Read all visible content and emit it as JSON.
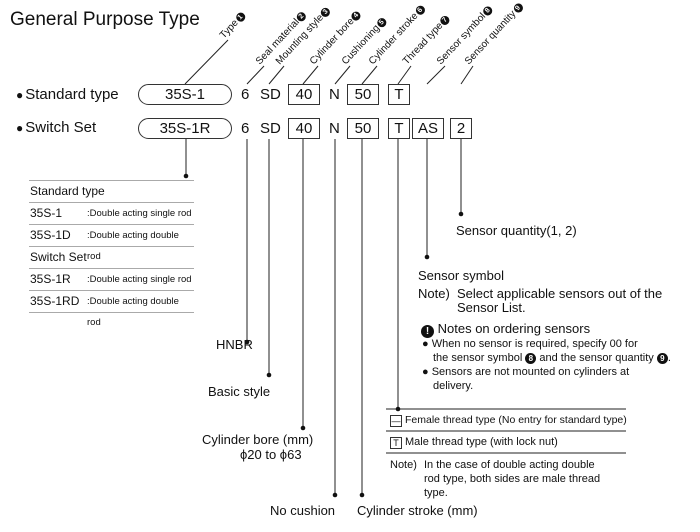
{
  "title": "General Purpose Type",
  "headers": [
    {
      "label": "Type",
      "num": "1"
    },
    {
      "label": "Seal material",
      "num": "2"
    },
    {
      "label": "Mounting style",
      "num": "3"
    },
    {
      "label": "Cylinder bore",
      "num": "4"
    },
    {
      "label": "Cushioning",
      "num": "5"
    },
    {
      "label": "Cylinder stroke",
      "num": "6"
    },
    {
      "label": "Thread type",
      "num": "7"
    },
    {
      "label": "Sensor symbol",
      "num": "8"
    },
    {
      "label": "Sensor quantity",
      "num": "9"
    }
  ],
  "rows": {
    "standard": {
      "bullet": "●",
      "label": "Standard type",
      "type": "35S-1",
      "seal": "6",
      "mount": "SD",
      "bore": "40",
      "cushion": "N",
      "stroke": "50",
      "thread": "T"
    },
    "switch": {
      "bullet": "●",
      "label": "Switch Set",
      "type": "35S-1R",
      "seal": "6",
      "mount": "SD",
      "bore": "40",
      "cushion": "N",
      "stroke": "50",
      "thread": "T",
      "sensor": "AS",
      "qty": "2"
    }
  },
  "type_table": [
    {
      "kind": "header",
      "text": "Standard type"
    },
    {
      "kind": "item",
      "code": "35S-1",
      "desc": ":Double acting single rod"
    },
    {
      "kind": "item",
      "code": "35S-1D",
      "desc": ":Double acting double rod"
    },
    {
      "kind": "header",
      "text": "Switch Set"
    },
    {
      "kind": "item",
      "code": "35S-1R",
      "desc": ":Double acting single rod"
    },
    {
      "kind": "item",
      "code": "35S-1RD",
      "desc": ":Double acting double rod"
    }
  ],
  "labels": {
    "seal": "HNBR",
    "mount": "Basic style",
    "bore_title": "Cylinder bore (mm)",
    "bore_range": "ϕ20 to ϕ63",
    "cushion": "No cushion",
    "stroke": "Cylinder stroke (mm)",
    "qty": "Sensor quantity(1, 2)",
    "sensor_title": "Sensor symbol",
    "sensor_note_prefix": "Note)",
    "sensor_note_line1": "Select applicable sensors out of the",
    "sensor_note_line2": "Sensor List."
  },
  "notes": {
    "icon": "!",
    "title": "Notes on ordering sensors",
    "b1_line1": "When no sensor is required, specify 00 for",
    "b1_line2a": "the sensor symbol",
    "b1_num8": "8",
    "b1_line2b": "and the sensor quantity",
    "b1_num9": "9",
    "b1_line2c": ".",
    "b2_line1": "Sensors are not mounted on cylinders at",
    "b2_line2": "delivery.",
    "bullet": "●"
  },
  "thread": {
    "female_sym": "—",
    "female": "Female thread type  (No entry for standard type)",
    "male_sym": "T",
    "male": "Male thread type  (with lock nut)",
    "note_prefix": "Note)",
    "note_line1": "In the case of double acting double",
    "note_line2": "rod type, both sides are male thread",
    "note_line3": "type."
  }
}
